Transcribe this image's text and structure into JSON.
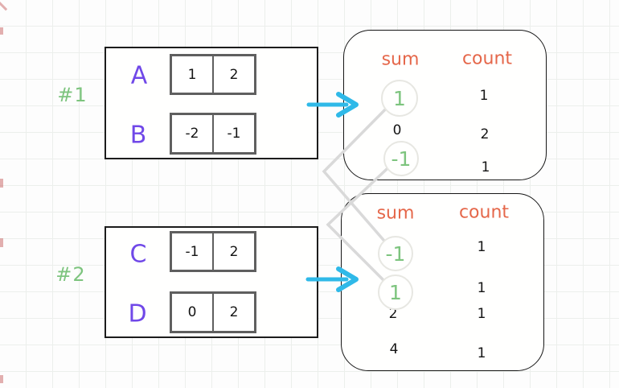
{
  "examples": [
    {
      "label": "#1",
      "rows": [
        {
          "name": "A",
          "cells": [
            "1",
            "2"
          ]
        },
        {
          "name": "B",
          "cells": [
            "-2",
            "-1"
          ]
        }
      ]
    },
    {
      "label": "#2",
      "rows": [
        {
          "name": "C",
          "cells": [
            "-1",
            "2"
          ]
        },
        {
          "name": "D",
          "cells": [
            "0",
            "2"
          ]
        }
      ]
    }
  ],
  "tables": [
    {
      "sum_header": "sum",
      "count_header": "count",
      "rows": [
        {
          "sum": "1",
          "count": "1",
          "circled": true
        },
        {
          "sum": "0",
          "count": "2",
          "circled": false
        },
        {
          "sum": "-1",
          "count": "1",
          "circled": true
        }
      ]
    },
    {
      "sum_header": "sum",
      "count_header": "count",
      "rows": [
        {
          "sum": "-1",
          "count": "1",
          "circled": true
        },
        {
          "sum": "1",
          "count": "1",
          "circled": true
        },
        {
          "sum": "2",
          "count": "1",
          "circled": false
        },
        {
          "sum": "4",
          "count": "1",
          "circled": false
        }
      ]
    }
  ],
  "connections": [
    {
      "from": "table1-sum-1",
      "to": "table2-sum--1"
    },
    {
      "from": "table1-sum--1",
      "to": "table2-sum-1"
    }
  ],
  "colors": {
    "green": "#7dc47e",
    "purple": "#7048e8",
    "orange": "#e5674a",
    "cyan": "#2fb9e8",
    "connector_gray": "#d9d9d9",
    "box_border": "#1c1c1c",
    "cell_border": "#5f5f5f"
  }
}
